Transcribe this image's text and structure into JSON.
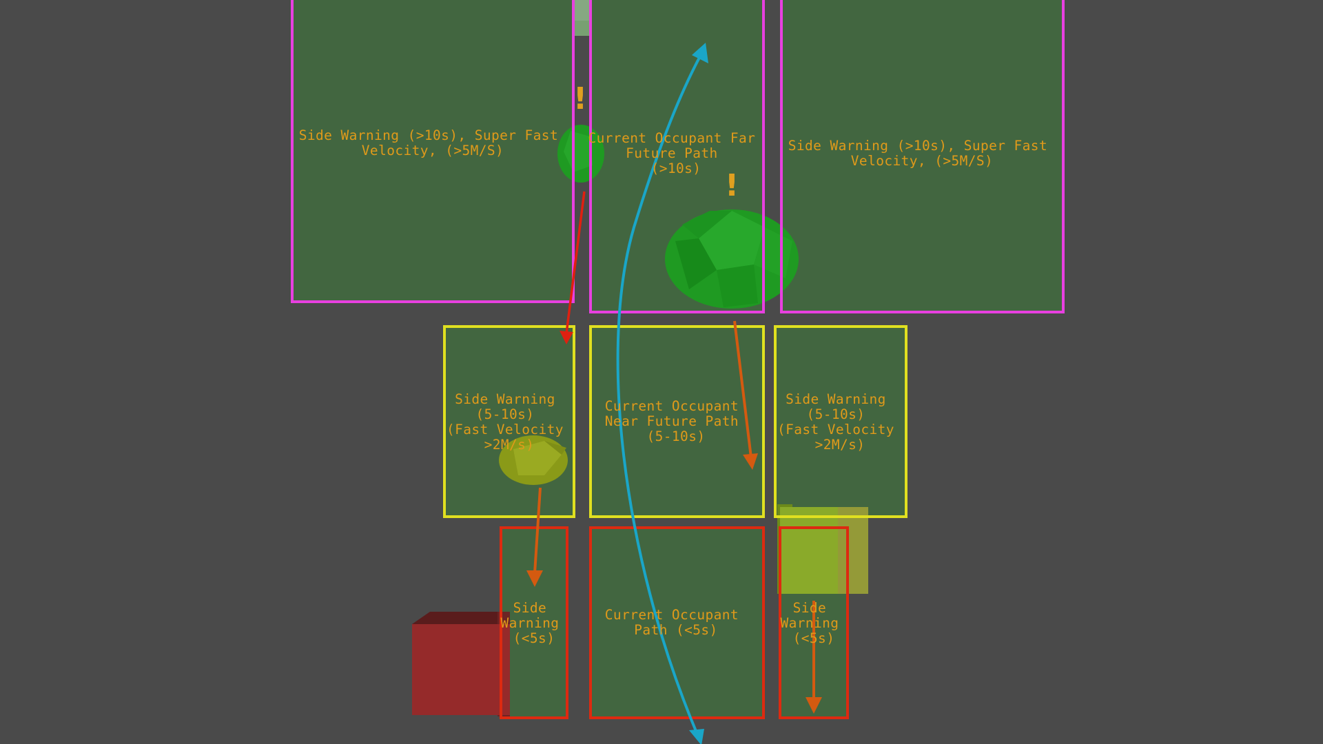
{
  "colors": {
    "background": "#4a4a4a",
    "zone_fill": "#426640",
    "far_zone_border": "#e840e0",
    "near_zone_border": "#e0e020",
    "immediate_zone_border": "#dd2a10",
    "label_text": "#e09a1a",
    "occupant_path": "#1aa6c8",
    "red_trajectory": "#e02010",
    "orange_trajectory": "#d45a10",
    "warning_mark": "#e0a020",
    "green_obstacle": "#1f9a22",
    "olive_obstacle": "#8a9a18",
    "red_cube": "#952a2a",
    "yellow_cube": "#8aaa2a",
    "pale_cube": "#86a882"
  },
  "zones": {
    "far_left": {
      "label_lines": [
        "Side Warning (>10s), Super Fast",
        "Velocity, (>5M/S)"
      ]
    },
    "far_center": {
      "label_lines": [
        "Current Occupant Far",
        "Future Path",
        "(>10s)"
      ]
    },
    "far_right": {
      "label_lines": [
        "Side Warning (>10s), Super Fast",
        "Velocity, (>5M/S)"
      ]
    },
    "near_left": {
      "label_lines": [
        "Side Warning",
        "(5-10s)",
        "(Fast Velocity",
        ">2M/s)"
      ]
    },
    "near_center": {
      "label_lines": [
        "Current Occupant",
        "Near Future Path",
        "(5-10s)"
      ]
    },
    "near_right": {
      "label_lines": [
        "Side Warning",
        "(5-10s)",
        "(Fast Velocity",
        ">2M/s)"
      ]
    },
    "immediate_left": {
      "label_lines": [
        "Side",
        "Warning",
        "(<5s)"
      ]
    },
    "immediate_center": {
      "label_lines": [
        "Current Occupant",
        "Path (<5s)"
      ]
    },
    "immediate_right": {
      "label_lines": [
        "Side",
        "Warning",
        "(<5s)"
      ]
    }
  },
  "warning_marks": [
    "!",
    "!"
  ]
}
